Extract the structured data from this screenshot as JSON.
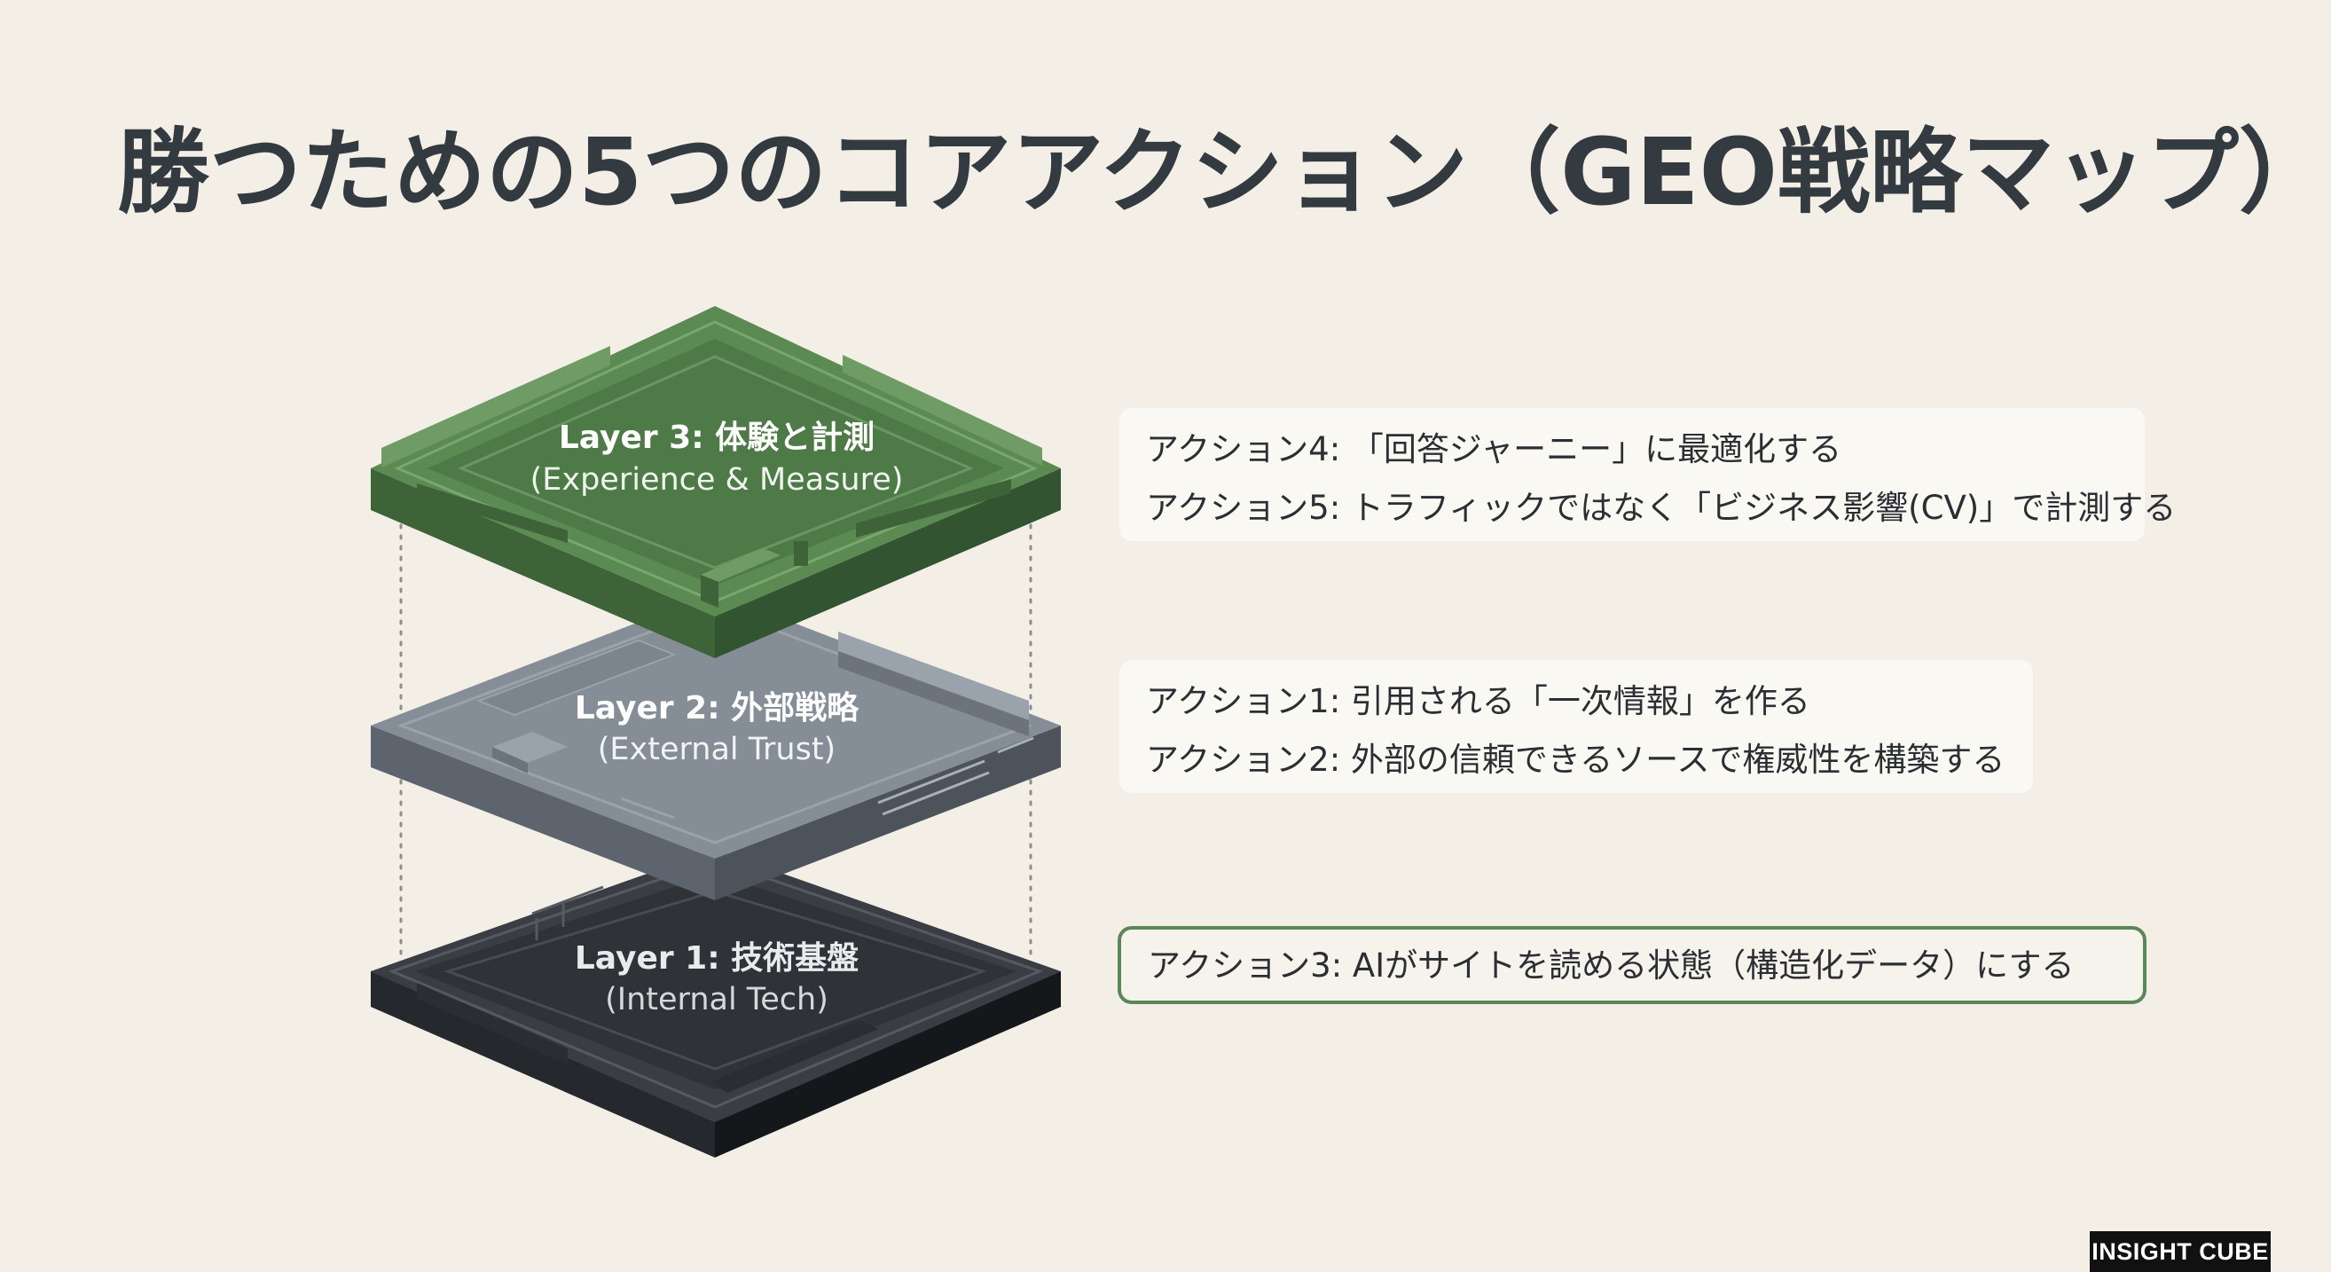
{
  "title": "勝つための5つのコアアクション（GEO戦略マップ）",
  "layers": [
    {
      "label": "Layer 3: 体験と計測",
      "sublabel": "(Experience & Measure)",
      "color": "#4e7a47"
    },
    {
      "label": "Layer 2: 外部戦略",
      "sublabel": "(External Trust)",
      "color": "#747c86"
    },
    {
      "label": "Layer 1: 技術基盤",
      "sublabel": "(Internal Tech)",
      "color": "#30343a"
    }
  ],
  "actions": {
    "layer3": [
      "アクション4: 「回答ジャーニー」に最適化する",
      "アクション5: トラフィックではなく「ビジネス影響(CV)」で計測する"
    ],
    "layer2": [
      "アクション1: 引用される「一次情報」を作る",
      "アクション2: 外部の信頼できるソースで権威性を構築する"
    ],
    "layer1": [
      "アクション3: AIがサイトを読める状態（構造化データ）にする"
    ]
  },
  "brand": "INSIGHT CUBE",
  "colors": {
    "background": "#f3efe7",
    "accent_green": "#5b8758"
  }
}
